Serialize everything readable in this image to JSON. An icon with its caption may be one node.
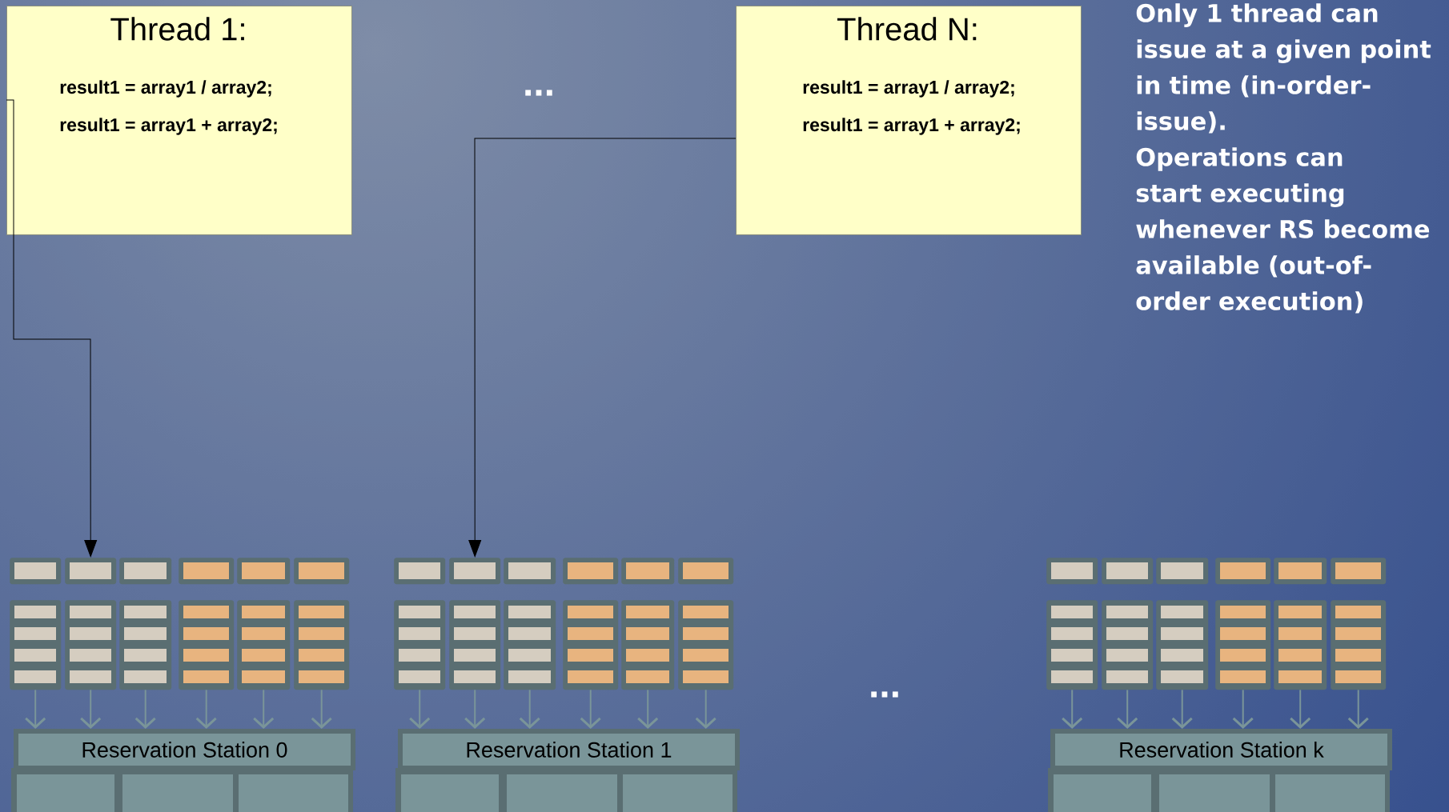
{
  "diagram": {
    "nodes": [
      {
        "text": [
          "Thread 1:",
          "result1 = array1 / array2;",
          "result1 = array1 + array2;"
        ]
      },
      {
        "text": [
          "Thread N:",
          "result1 = array1 / array2;",
          "result1 = array1 + array2;"
        ]
      },
      {
        "text": [],
        "shape": "box"
      },
      {
        "text": [],
        "shape": "box"
      },
      {
        "text": [],
        "shape": "box"
      },
      {
        "text": [],
        "shape": "box"
      },
      {
        "text": [],
        "shape": "box"
      },
      {
        "text": [],
        "shape": "box"
      },
      {
        "text": [],
        "shape": "box"
      },
      {
        "text": [],
        "shape": "box"
      },
      {
        "text": [],
        "shape": "box"
      },
      {
        "text": [],
        "shape": "box"
      },
      {
        "text": [],
        "shape": "box"
      },
      {
        "text": [],
        "shape": "box"
      },
      {
        "text": [
          "Reservation Station 0"
        ]
      },
      {
        "text": [],
        "shape": "box"
      },
      {
        "text": [],
        "shape": "box"
      },
      {
        "text": [],
        "shape": "box"
      },
      {
        "text": [],
        "shape": "box"
      },
      {
        "text": [],
        "shape": "box"
      },
      {
        "text": [],
        "shape": "box"
      },
      {
        "text": [],
        "shape": "box"
      },
      {
        "text": [],
        "shape": "box"
      },
      {
        "text": [],
        "shape": "box"
      },
      {
        "text": [],
        "shape": "box"
      },
      {
        "text": [],
        "shape": "box"
      },
      {
        "text": [],
        "shape": "box"
      },
      {
        "text": [
          "Reservation Station 1"
        ]
      },
      {
        "text": [],
        "shape": "box"
      },
      {
        "text": [],
        "shape": "box"
      },
      {
        "text": [],
        "shape": "box"
      },
      {
        "text": [],
        "shape": "box"
      },
      {
        "text": [],
        "shape": "box"
      },
      {
        "text": [],
        "shape": "box"
      },
      {
        "text": [],
        "shape": "box"
      },
      {
        "text": [],
        "shape": "box"
      },
      {
        "text": [],
        "shape": "box"
      },
      {
        "text": [],
        "shape": "box"
      },
      {
        "text": [],
        "shape": "box"
      },
      {
        "text": [],
        "shape": "box"
      },
      {
        "text": [
          "Reservation Station k"
        ]
      }
    ],
    "edges": [
      {
        "from": 0,
        "to": 3,
        "arrow": "to",
        "color": "#000000"
      },
      {
        "from": 1,
        "to": 16,
        "arrow": "to",
        "color": "#000000"
      },
      {
        "from": 8,
        "to": 14,
        "arrow": "to"
      },
      {
        "from": 9,
        "to": 14,
        "arrow": "to"
      },
      {
        "from": 10,
        "to": 14,
        "arrow": "to"
      },
      {
        "from": 11,
        "to": 14,
        "arrow": "to"
      },
      {
        "from": 12,
        "to": 14,
        "arrow": "to"
      },
      {
        "from": 13,
        "to": 14,
        "arrow": "to"
      },
      {
        "from": 21,
        "to": 27,
        "arrow": "to"
      },
      {
        "from": 22,
        "to": 27,
        "arrow": "to"
      },
      {
        "from": 23,
        "to": 27,
        "arrow": "to"
      },
      {
        "from": 24,
        "to": 27,
        "arrow": "to"
      },
      {
        "from": 25,
        "to": 27,
        "arrow": "to"
      },
      {
        "from": 26,
        "to": 27,
        "arrow": "to"
      },
      {
        "from": 34,
        "to": 40,
        "arrow": "to"
      },
      {
        "from": 35,
        "to": 40,
        "arrow": "to"
      },
      {
        "from": 36,
        "to": 40,
        "arrow": "to"
      },
      {
        "from": 37,
        "to": 40,
        "arrow": "to"
      },
      {
        "from": 38,
        "to": 40,
        "arrow": "to"
      },
      {
        "from": 39,
        "to": 40,
        "arrow": "to"
      }
    ],
    "labels": [
      "Only 1 thread can issue at a given point in time (in-order-issue).",
      "Operations can start executing whenever RS become available (out-of-order execution)",
      "...",
      "..."
    ]
  }
}
